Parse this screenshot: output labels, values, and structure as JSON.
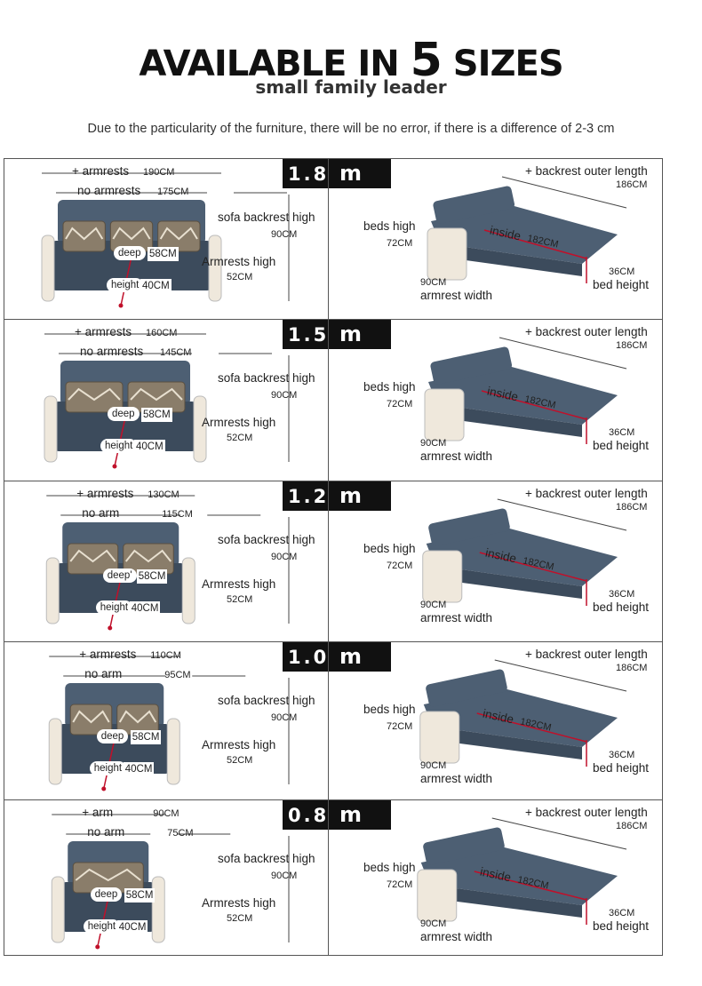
{
  "header": {
    "title_pre": "AVAILABLE IN",
    "title_num": "5",
    "title_post": "SIZES",
    "subtitle": "small family leader",
    "note": "Due to the particularity of the furniture, there will be no error, if there is a difference of 2-3 cm"
  },
  "colors": {
    "fabric": "#4d5f73",
    "fabric_dark": "#3c4b5c",
    "frame": "#efe8dc",
    "measure": "#c0102a",
    "tag": "#111111"
  },
  "sizes": [
    {
      "size_value": "1.8",
      "size_unit": "m",
      "armrests_label": "+ armrests",
      "armrests_value": "190CM",
      "no_armrests_label": "no armrests",
      "no_armrests_value": "175CM",
      "sofa_backrest_label": "sofa backrest high",
      "sofa_backrest_value": "90CM",
      "armrests_high_label": "Armrests high",
      "armrests_high_value": "52CM",
      "deep_label": "deep",
      "deep_value": "58CM",
      "height_label": "height",
      "height_value": "40CM",
      "backrest_outer_label": "+ backrest outer length",
      "backrest_outer_value": "186CM",
      "beds_high_label": "beds high",
      "beds_high_value": "72CM",
      "inside_label": "inside",
      "inside_value": "182CM",
      "armrest_width_label": "armrest width",
      "armrest_width_value": "90CM",
      "bed_height_label": "bed height",
      "bed_height_value": "36CM"
    },
    {
      "size_value": "1.5",
      "size_unit": "m",
      "armrests_label": "+ armrests",
      "armrests_value": "160CM",
      "no_armrests_label": "no armrests",
      "no_armrests_value": "145CM",
      "sofa_backrest_label": "sofa backrest high",
      "sofa_backrest_value": "90CM",
      "armrests_high_label": "Armrests high",
      "armrests_high_value": "52CM",
      "deep_label": "deep",
      "deep_value": "58CM",
      "height_label": "height",
      "height_value": "40CM",
      "backrest_outer_label": "+ backrest outer length",
      "backrest_outer_value": "186CM",
      "beds_high_label": "beds high",
      "beds_high_value": "72CM",
      "inside_label": "inside",
      "inside_value": "182CM",
      "armrest_width_label": "armrest width",
      "armrest_width_value": "90CM",
      "bed_height_label": "bed height",
      "bed_height_value": "36CM"
    },
    {
      "size_value": "1.2",
      "size_unit": "m",
      "armrests_label": "+ armrests",
      "armrests_value": "130CM",
      "no_armrests_label": "no arm",
      "no_armrests_value": "115CM",
      "sofa_backrest_label": "sofa backrest high",
      "sofa_backrest_value": "90CM",
      "armrests_high_label": "Armrests high",
      "armrests_high_value": "52CM",
      "deep_label": "deep'",
      "deep_value": "58CM",
      "height_label": "height",
      "height_value": "40CM",
      "backrest_outer_label": "+ backrest outer length",
      "backrest_outer_value": "186CM",
      "beds_high_label": "beds high",
      "beds_high_value": "72CM",
      "inside_label": "inside",
      "inside_value": "182CM",
      "armrest_width_label": "armrest width",
      "armrest_width_value": "90CM",
      "bed_height_label": "bed height",
      "bed_height_value": "36CM"
    },
    {
      "size_value": "1.0",
      "size_unit": "m",
      "armrests_label": "+ armrests",
      "armrests_value": "110CM",
      "no_armrests_label": "no arm",
      "no_armrests_value": "95CM",
      "sofa_backrest_label": "sofa backrest high",
      "sofa_backrest_value": "90CM",
      "armrests_high_label": "Armrests high",
      "armrests_high_value": "52CM",
      "deep_label": "deep",
      "deep_value": "58CM",
      "height_label": "height",
      "height_value": "40CM",
      "backrest_outer_label": "+ backrest outer length",
      "backrest_outer_value": "186CM",
      "beds_high_label": "beds high",
      "beds_high_value": "72CM",
      "inside_label": "inside",
      "inside_value": "182CM",
      "armrest_width_label": "armrest width",
      "armrest_width_value": "90CM",
      "bed_height_label": "bed height",
      "bed_height_value": "36CM"
    },
    {
      "size_value": "0.8",
      "size_unit": "m",
      "armrests_label": "+ arm",
      "armrests_value": "90CM",
      "no_armrests_label": "no arm",
      "no_armrests_value": "75CM",
      "sofa_backrest_label": "sofa backrest high",
      "sofa_backrest_value": "90CM",
      "armrests_high_label": "Armrests high",
      "armrests_high_value": "52CM",
      "deep_label": "deep",
      "deep_value": "58CM",
      "height_label": "height",
      "height_value": "40CM",
      "backrest_outer_label": "+ backrest outer length",
      "backrest_outer_value": "186CM",
      "beds_high_label": "beds high",
      "beds_high_value": "72CM",
      "inside_label": "inside",
      "inside_value": "182CM",
      "armrest_width_label": "armrest width",
      "armrest_width_value": "90CM",
      "bed_height_label": "bed height",
      "bed_height_value": "36CM"
    }
  ]
}
